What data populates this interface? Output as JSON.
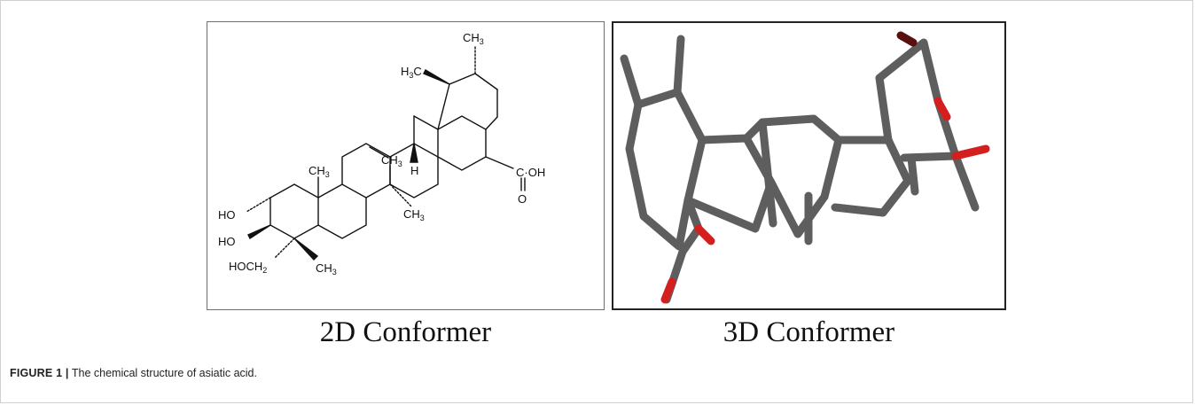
{
  "figure": {
    "number": "FIGURE 1 |",
    "caption": " The chemical structure of asiatic acid."
  },
  "panels": {
    "left_label": "2D Conformer",
    "right_label": "3D Conformer"
  },
  "structure_2d": {
    "labels": [
      "CH3",
      "H3C",
      "CH3",
      "CH3",
      "H",
      "C·OH",
      "O",
      "HO",
      "HO",
      "CH3",
      "HOCH2",
      "CH3"
    ]
  },
  "colors": {
    "bond": "#111111",
    "stick": "#7a7a7a",
    "oxygen": "#d41f1f",
    "oxygen_dark": "#5a1010"
  }
}
